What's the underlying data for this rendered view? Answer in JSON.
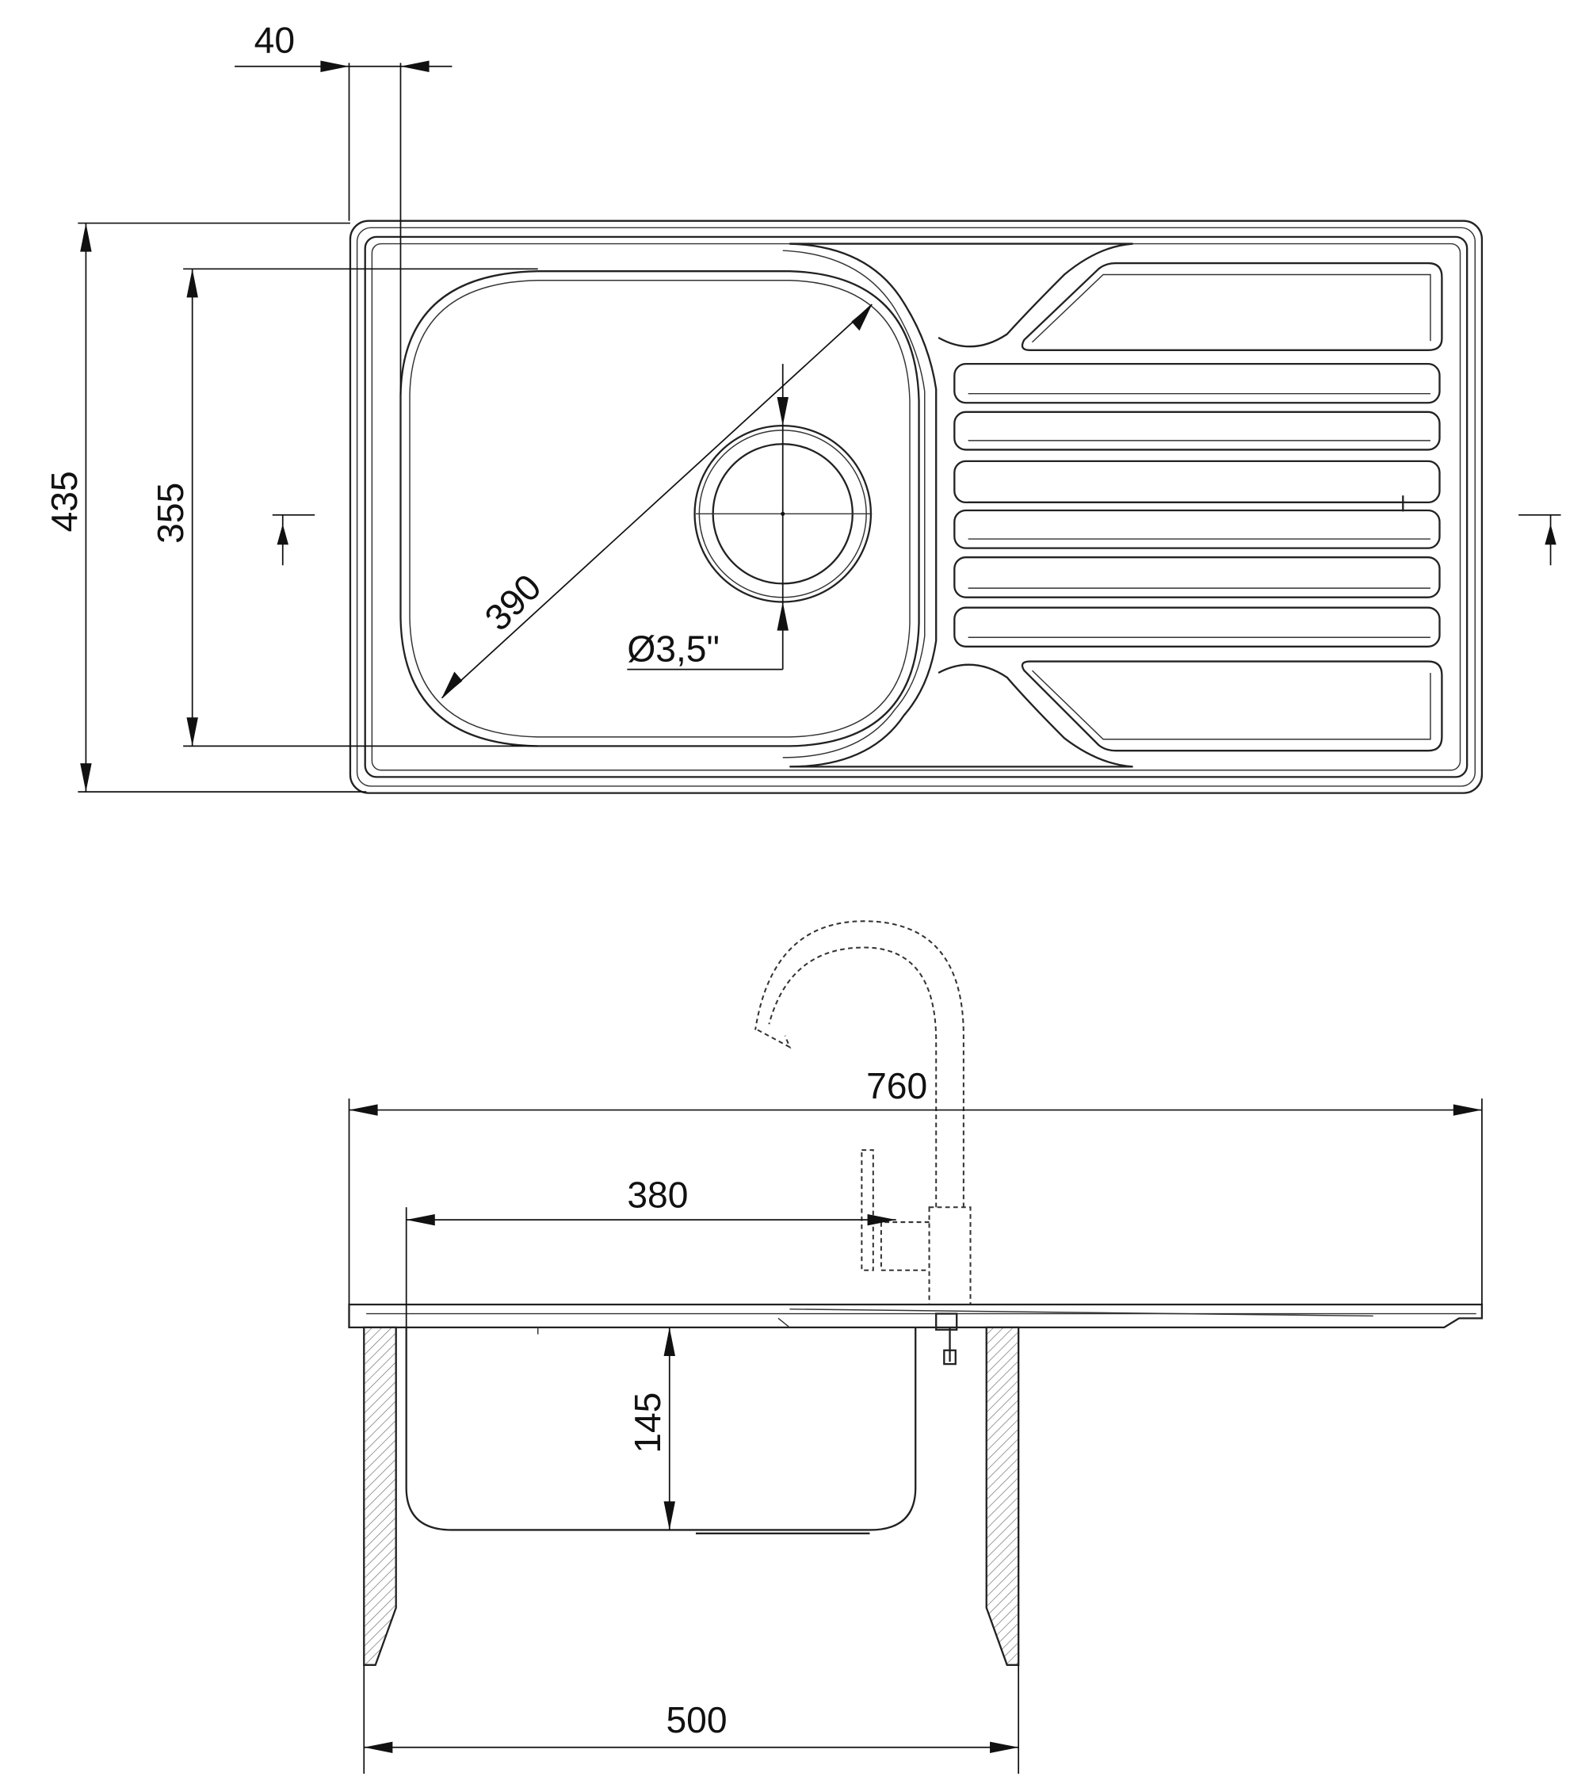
{
  "top_view": {
    "dimensions": {
      "rim_width": "40",
      "overall_depth": "435",
      "bowl_depth": "355",
      "bowl_diagonal": "390",
      "drain_diameter": "Ø3,5\""
    }
  },
  "side_view": {
    "dimensions": {
      "overall_width": "760",
      "bowl_width": "380",
      "bowl_height": "145",
      "cabinet_width": "500"
    }
  },
  "colors": {
    "line": "#222222",
    "background": "#ffffff"
  }
}
